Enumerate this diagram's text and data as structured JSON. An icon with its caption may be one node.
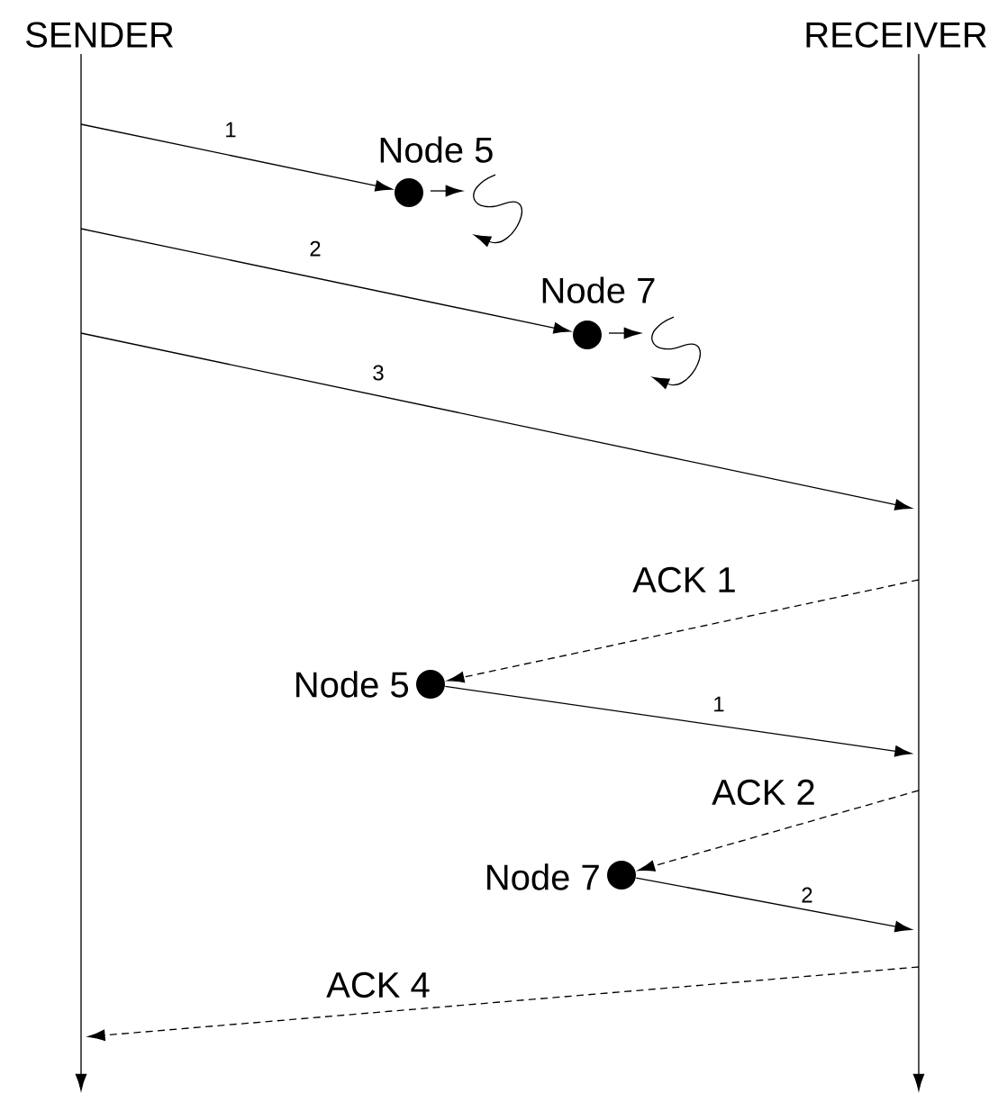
{
  "diagram": {
    "nodes": [
      {
        "text": [],
        "shape": "bar",
        "beside": [
          "SENDER"
        ]
      },
      {
        "text": [],
        "shape": "bar",
        "beside": [
          "RECEIVER"
        ]
      },
      {
        "text": [
          "Node 5"
        ]
      },
      {
        "text": [
          "Node 7"
        ]
      },
      {
        "text": [
          "Node 5"
        ]
      },
      {
        "text": [
          "Node 7"
        ]
      }
    ],
    "edges": [
      {
        "from": 0,
        "to": 2,
        "arrow": "to",
        "label": "1"
      },
      {
        "from": 0,
        "to": 3,
        "arrow": "to",
        "label": "2"
      },
      {
        "from": 0,
        "to": 1,
        "arrow": "to",
        "label": "3"
      },
      {
        "from": 1,
        "to": 4,
        "arrow": "to",
        "label": "ACK 1",
        "style": "dashed"
      },
      {
        "from": 4,
        "to": 1,
        "arrow": "to",
        "label": "1"
      },
      {
        "from": 1,
        "to": 5,
        "arrow": "to",
        "label": "ACK 2",
        "style": "dashed"
      },
      {
        "from": 5,
        "to": 1,
        "arrow": "to",
        "label": "2"
      },
      {
        "from": 1,
        "to": 0,
        "arrow": "to",
        "label": "ACK 4",
        "style": "dashed"
      }
    ]
  }
}
